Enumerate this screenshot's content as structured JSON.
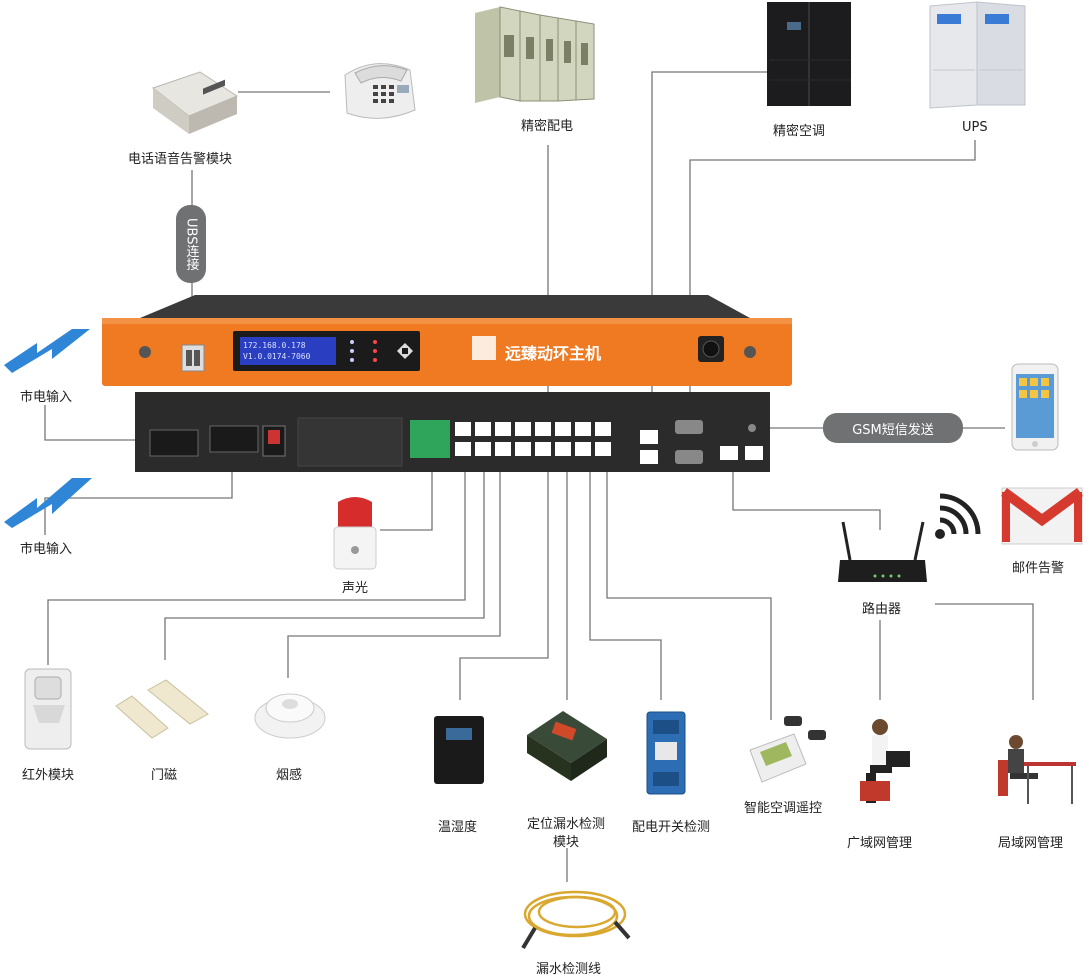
{
  "labels": {
    "phone_alarm": "电话语音告警模块",
    "precision_power": "精密配电",
    "precision_ac": "精密空调",
    "ups": "UPS",
    "mains_1": "市电输入",
    "mains_2": "市电输入",
    "usb_link": "UBS连接",
    "gsm_sms": "GSM短信发送",
    "front_brand": "远臻动环主机",
    "lcd_line1": "172.168.0.178",
    "lcd_line2": "V1.0.0174-7060",
    "sound_light": "声光",
    "email_alarm": "邮件告警",
    "router": "路由器",
    "infrared": "红外模块",
    "door_magnet": "门磁",
    "smoke": "烟感",
    "temp_humidity": "温湿度",
    "leak_module_line1": "定位漏水检测",
    "leak_module_line2": "模块",
    "power_switch": "配电开关检测",
    "smart_ac": "智能空调遥控",
    "wan_mgmt": "广域网管理",
    "lan_mgmt": "局域网管理",
    "leak_cable": "漏水检测线"
  },
  "colors": {
    "front_panel": "#f07a22",
    "rear_panel": "#2b2b2b",
    "lightning": "#2f86d6",
    "wire": "#6a6a6a",
    "pill": "#6f7173",
    "lcd": "#2a3ec2"
  }
}
